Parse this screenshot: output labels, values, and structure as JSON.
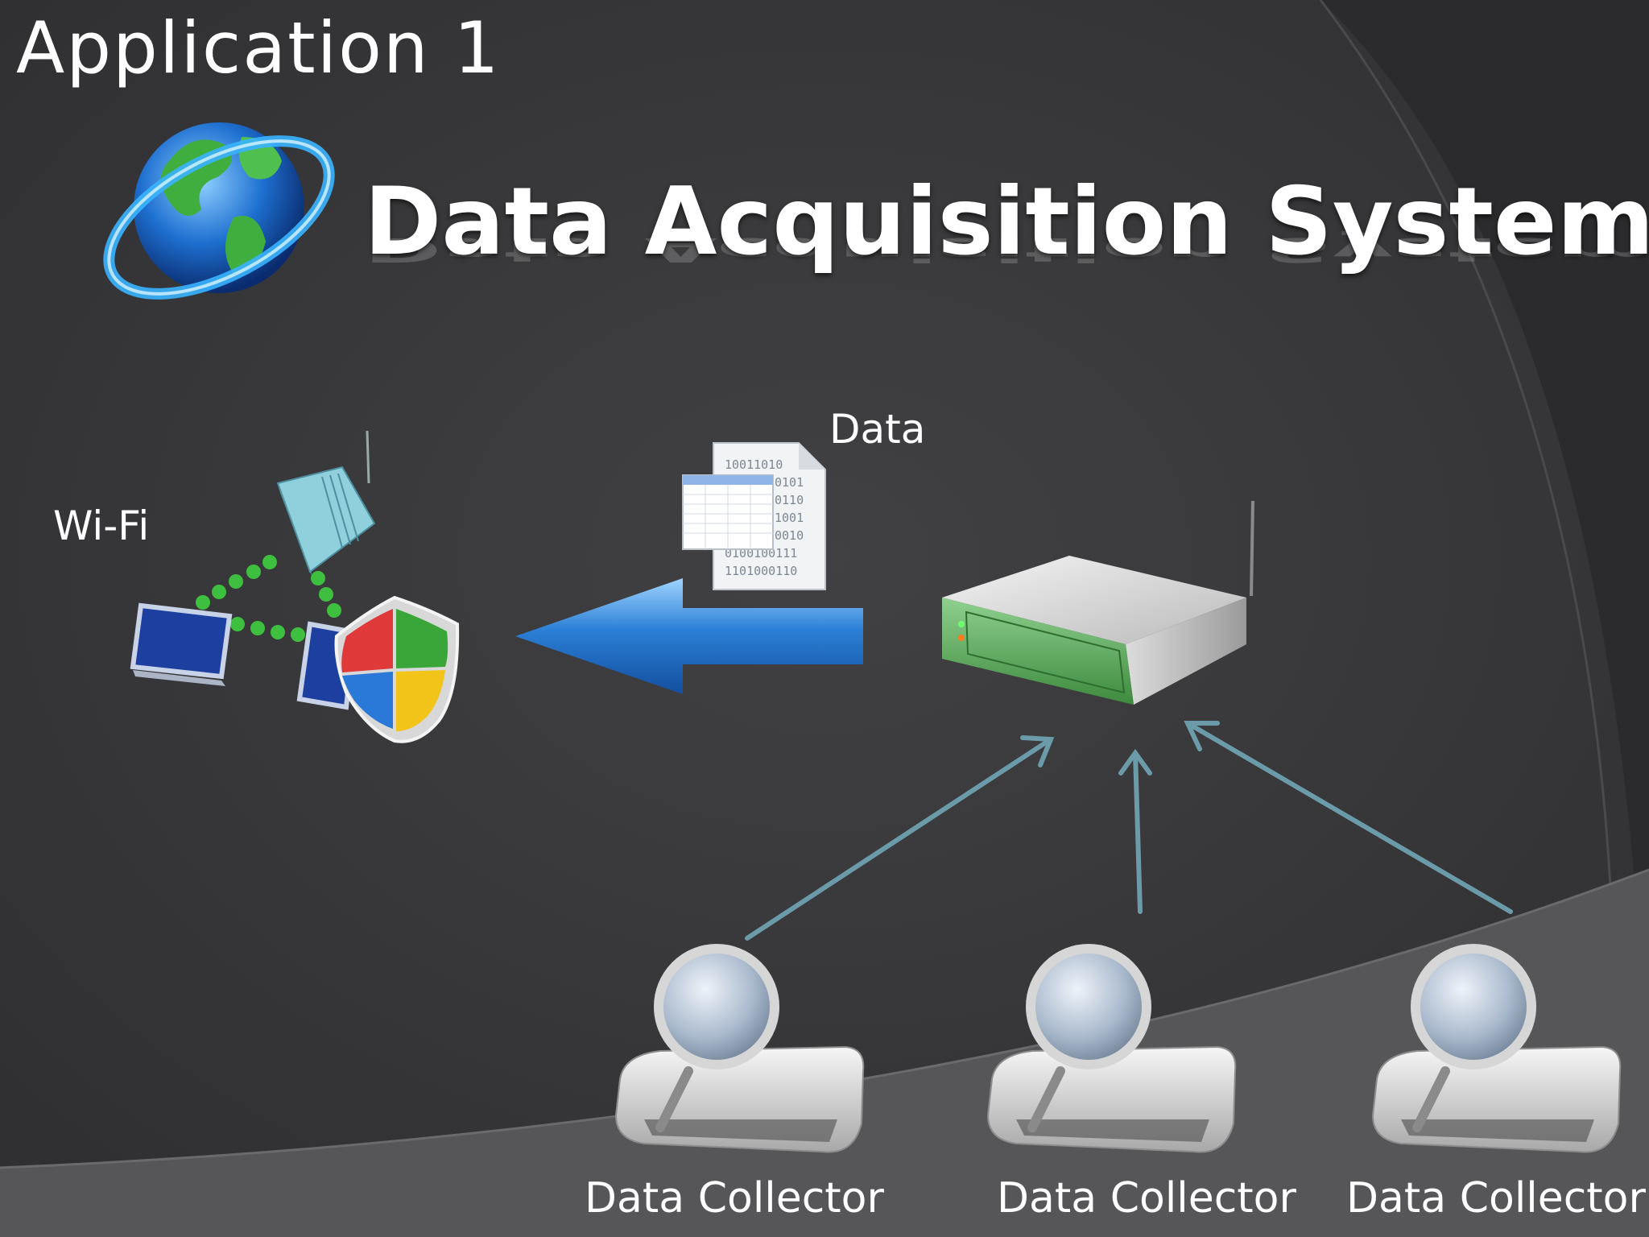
{
  "slide": {
    "app_title": "Application 1",
    "main_title": "Data Acquisition System",
    "wifi_label": "Wi-Fi",
    "data_label": "Data",
    "binary_lines": [
      "10011010",
      "0101",
      "0110",
      "1001",
      "0010",
      "0100100111",
      "1101000110"
    ],
    "collectors": [
      {
        "label": "Data Collector"
      },
      {
        "label": "Data Collector"
      },
      {
        "label": "Data Collector"
      }
    ]
  },
  "colors": {
    "background": "#3a3a3c",
    "arc_shade": "#2f2f31",
    "arrow_blue": "#2b7fd6",
    "connector_teal": "#6b9aa8",
    "device_green": "#5aa35a",
    "wifi_dots_green": "#3fbf3f"
  },
  "icons": {
    "globe": "globe-icon",
    "router": "wifi-router-icon",
    "laptops": "laptop-icon",
    "shield": "security-shield-icon",
    "document": "data-document-icon",
    "arrow": "left-arrow-icon",
    "device": "data-acquisition-device-icon",
    "collector": "magnifier-drive-icon"
  }
}
